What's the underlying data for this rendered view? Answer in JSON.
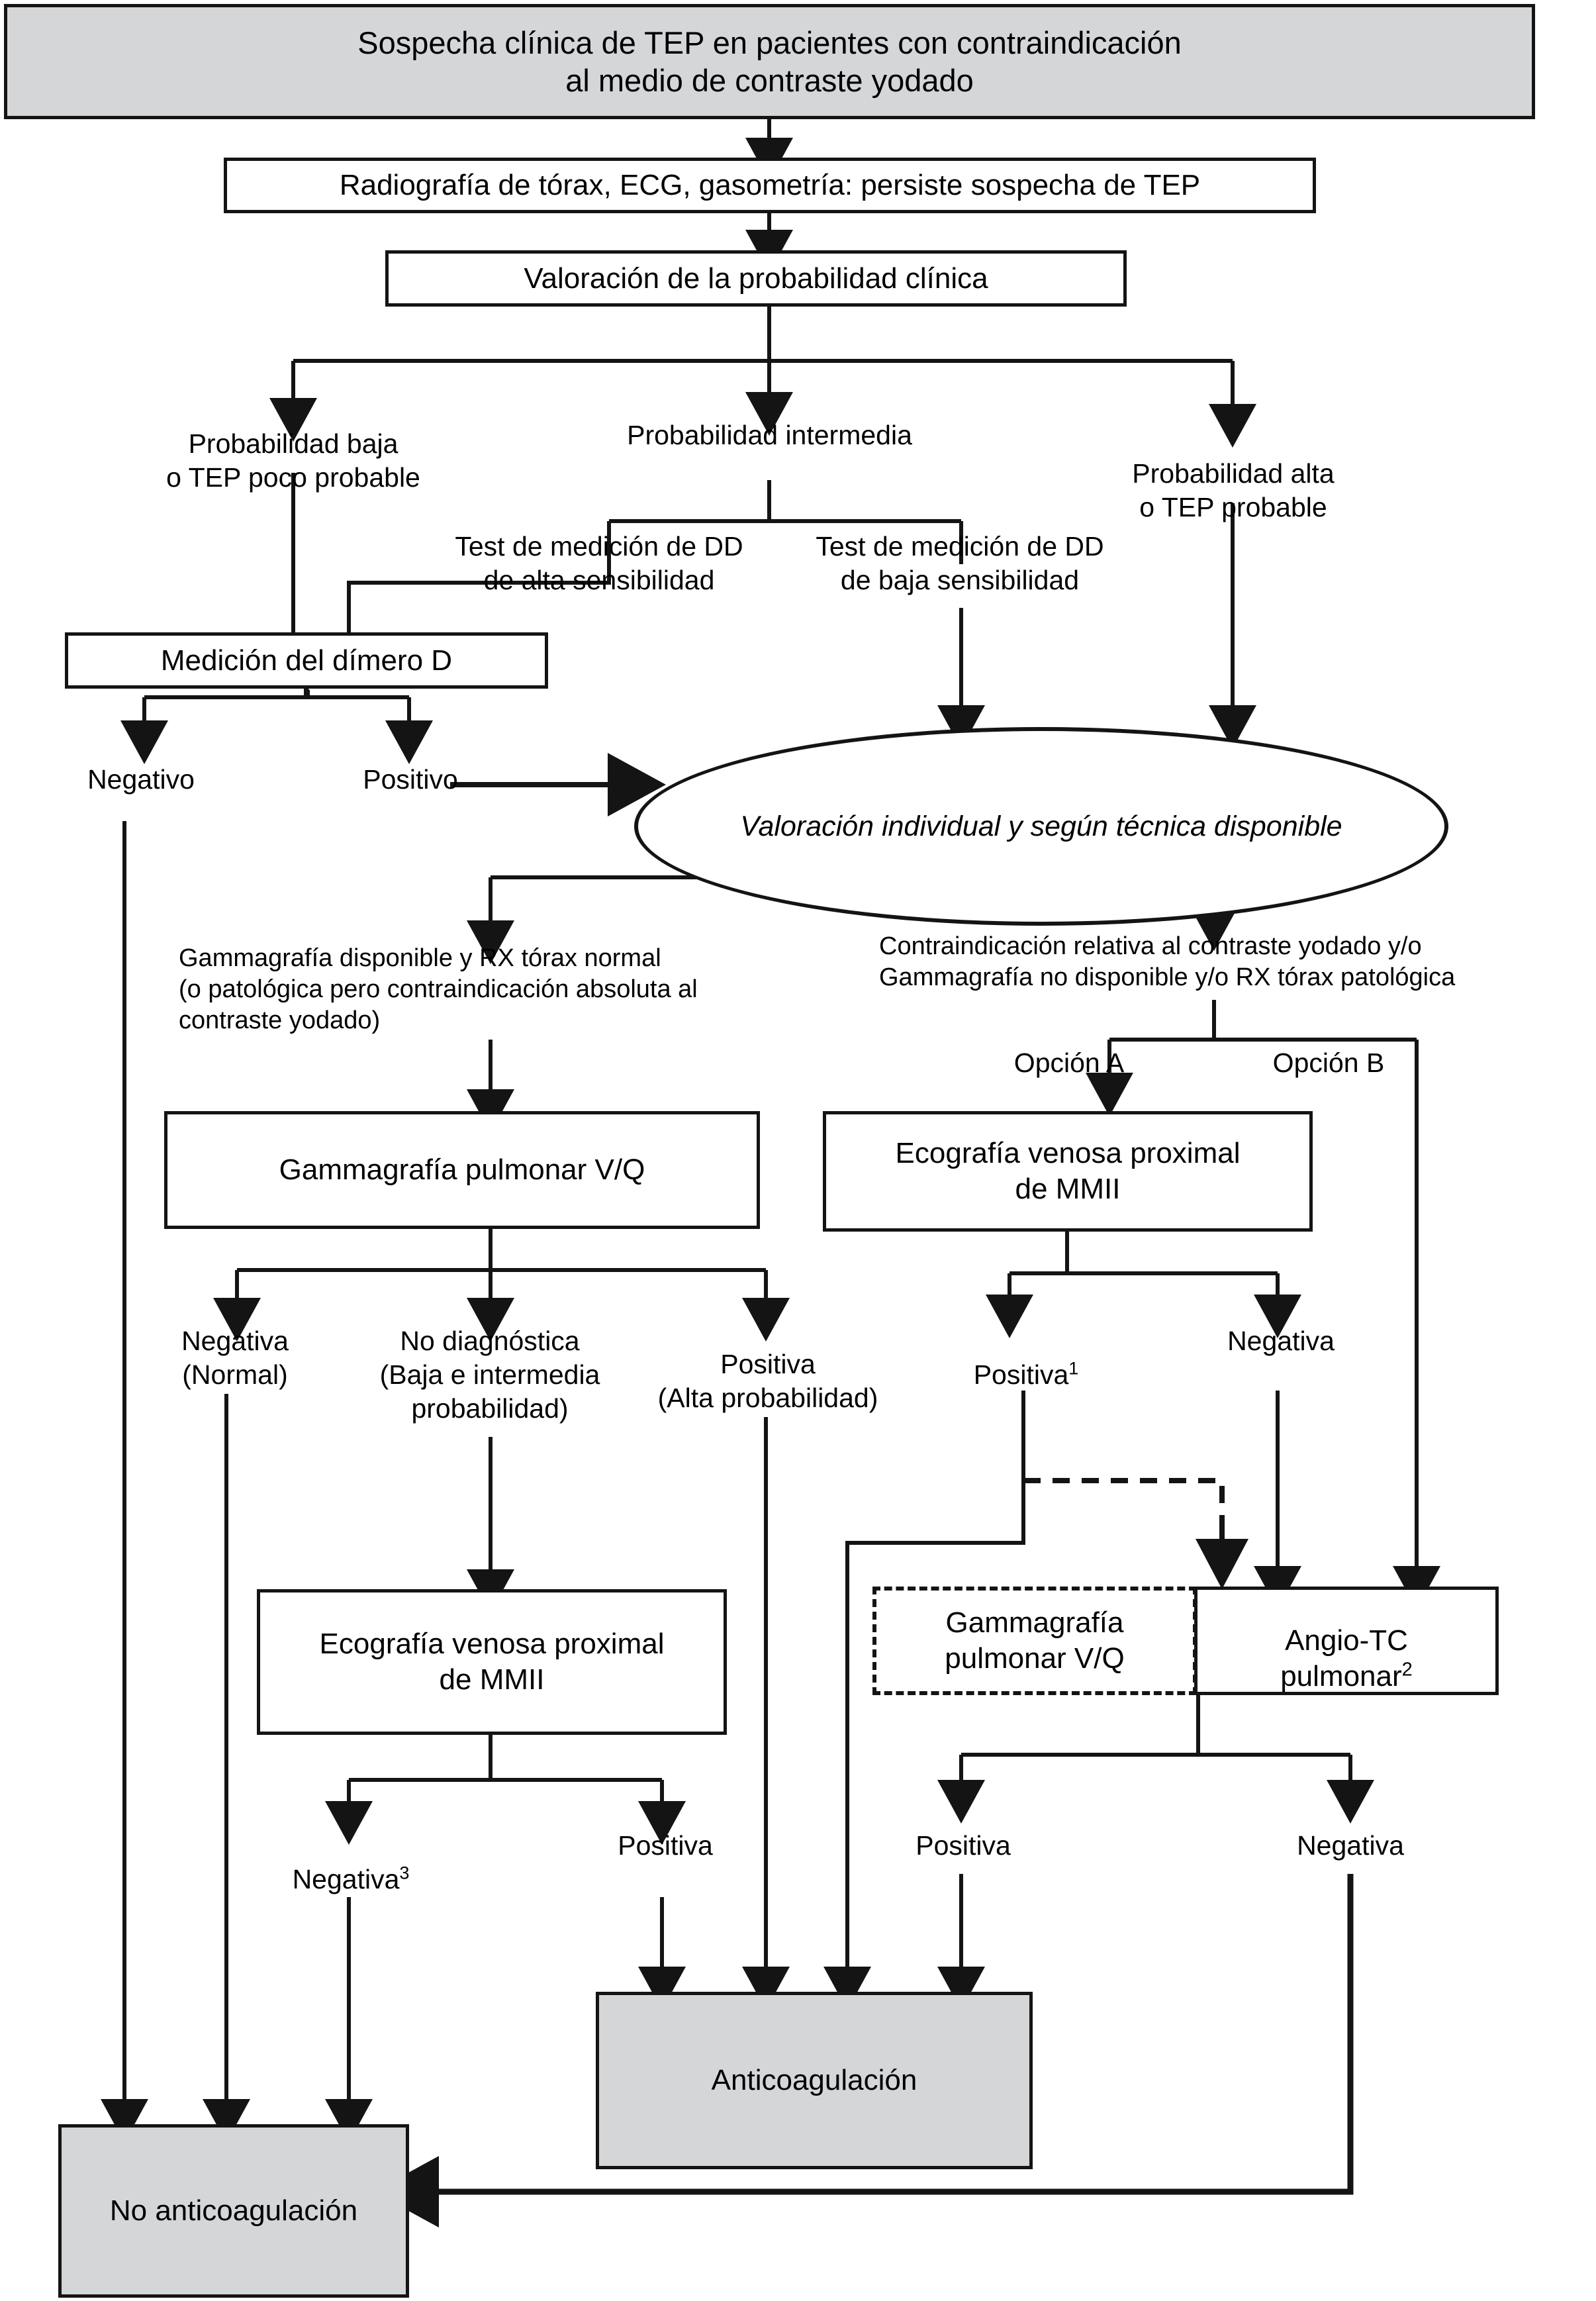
{
  "diagram": {
    "title": "Sospecha clínica de TEP en pacientes con contraindicación al medio de contraste yodado",
    "language": "es",
    "colors": {
      "shaded_fill": "#d5d6d8",
      "stroke": "#141414",
      "background": "#ffffff"
    }
  },
  "nodes": {
    "suspicion": "Sospecha clínica de TEP en pacientes con contraindicación\nal medio de contraste yodado",
    "workup": "Radiografía de tórax, ECG, gasometría: persiste sospecha de TEP",
    "clinical_probability": "Valoración de la probabilidad clínica",
    "ddimer_measure": "Medición del dímero D",
    "individual_assessment": "Valoración individual y según técnica disponible",
    "gammagrafia_vq": "Gammagrafía pulmonar V/Q",
    "eco_venosa_b": "Ecografía venosa proximal\nde MMII",
    "eco_venosa_a": "Ecografía venosa proximal\nde MMII",
    "gammagrafia_vq_dashed": "Gammagrafía\npulmonar V/Q",
    "angio_tc": "Angio-TC\npulmonar",
    "angio_tc_sup": "2",
    "anticoagulation": "Anticoagulación",
    "no_anticoagulation": "No anticoagulación"
  },
  "labels": {
    "prob_baja": "Probabilidad baja\no TEP poco probable",
    "prob_intermedia": "Probabilidad intermedia",
    "prob_alta": "Probabilidad alta\no TEP probable",
    "dd_alta_sens": "Test de medición de DD\nde alta sensibilidad",
    "dd_baja_sens": "Test de medición de DD\nde baja sensibilidad",
    "dd_negativo": "Negativo",
    "dd_positivo": "Positivo",
    "branch_left": "Gammagrafía disponible y RX tórax normal\n(o patológica pero contraindicación absoluta al\ncontraste yodado)",
    "branch_right": "Contraindicación relativa al contraste yodado y/o\nGammagrafía no disponible y/o RX tórax patológica",
    "opcion_a": "Opción A",
    "opcion_b": "Opción B",
    "vq_negativa": "Negativa\n(Normal)",
    "vq_no_diagnostica": "No diagnóstica\n(Baja e intermedia\nprobabilidad)",
    "vq_positiva": "Positiva\n(Alta probabilidad)",
    "eco_positiva_1": "Positiva",
    "eco_positiva_1_sup": "1",
    "eco_negativa": "Negativa",
    "eco2_negativa_3": "Negativa",
    "eco2_negativa_3_sup": "3",
    "eco2_positiva": "Positiva",
    "final_positiva": "Positiva",
    "final_negativa": "Negativa"
  }
}
